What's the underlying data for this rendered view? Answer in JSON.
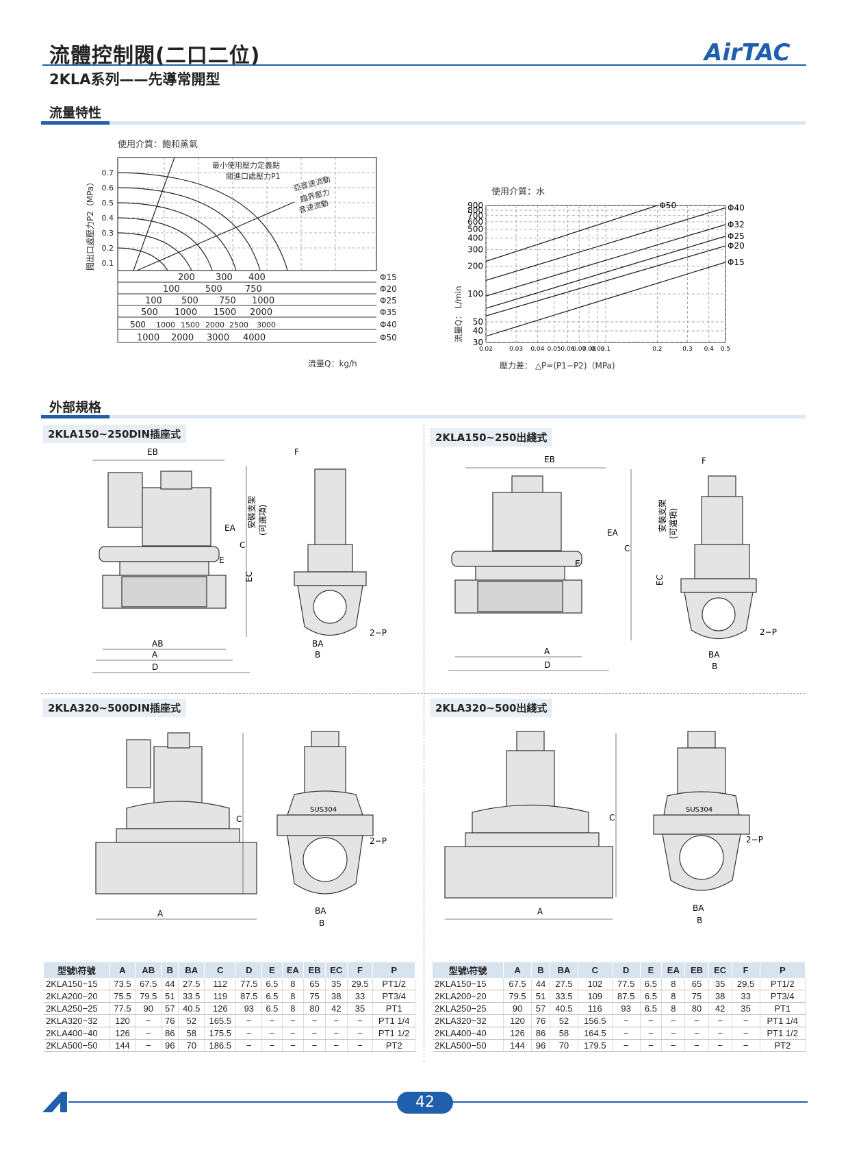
{
  "header": {
    "title": "流體控制閥(二口二位)",
    "subtitle": "2KLA系列——先導常開型",
    "brand": "AirTAC"
  },
  "sections": {
    "flow": "流量特性",
    "external": "外部規格"
  },
  "chart_left": {
    "medium": "使用介質：飽和蒸氣",
    "ylabel": "閥出口處壓力P2（MPa）",
    "xlabel": "流量Q：kg/h",
    "annotations": [
      "最小使用壓力定義點",
      "閥進口處壓力P1",
      "亞音速流動",
      "臨界壓力",
      "音速流動"
    ],
    "yticks": [
      "0.7",
      "0.6",
      "0.5",
      "0.4",
      "0.3",
      "0.2",
      "0.1"
    ],
    "scales": [
      {
        "size": "Φ15",
        "ticks": [
          "200",
          "300",
          "400"
        ]
      },
      {
        "size": "Φ20",
        "ticks": [
          "100",
          "500",
          "750"
        ]
      },
      {
        "size": "Φ25",
        "ticks": [
          "100",
          "500",
          "750",
          "1000"
        ]
      },
      {
        "size": "Φ35",
        "ticks": [
          "500",
          "1000",
          "1500",
          "2000"
        ]
      },
      {
        "size": "Φ40",
        "ticks": [
          "500",
          "1000",
          "1500",
          "2000",
          "2500",
          "3000"
        ]
      },
      {
        "size": "Φ50",
        "ticks": [
          "1000",
          "2000",
          "3000",
          "4000"
        ]
      }
    ]
  },
  "chart_data": {
    "type": "line",
    "title": "使用介質：水",
    "xlabel": "壓力差：  △P=(P1−P2)（MPa)",
    "ylabel": "流量Q：  L/min",
    "x_scale": "log",
    "y_scale": "log",
    "xlim": [
      0.02,
      0.5
    ],
    "ylim": [
      30,
      900
    ],
    "xticks": [
      "0.02",
      "0.03",
      "0.04",
      "0.05",
      "0.06",
      "0.07",
      "0.08",
      "0.09",
      "0.1",
      "0.2",
      "0.3",
      "0.4",
      "0.5"
    ],
    "yticks": [
      "900",
      "800",
      "700",
      "600",
      "500",
      "400",
      "300",
      "200",
      "100",
      "50",
      "40",
      "30"
    ],
    "series": [
      {
        "name": "Φ50",
        "points": [
          [
            0.02,
            225
          ],
          [
            0.2,
            900
          ]
        ]
      },
      {
        "name": "Φ40",
        "points": [
          [
            0.02,
            140
          ],
          [
            0.5,
            850
          ]
        ]
      },
      {
        "name": "Φ32",
        "points": [
          [
            0.02,
            95
          ],
          [
            0.5,
            560
          ]
        ]
      },
      {
        "name": "Φ25",
        "points": [
          [
            0.02,
            70
          ],
          [
            0.5,
            420
          ]
        ]
      },
      {
        "name": "Φ20",
        "points": [
          [
            0.02,
            58
          ],
          [
            0.5,
            330
          ]
        ]
      },
      {
        "name": "Φ15",
        "points": [
          [
            0.02,
            35
          ],
          [
            0.5,
            220
          ]
        ]
      }
    ]
  },
  "diagrams": {
    "d1_title": "2KLA150~250DIN插座式",
    "d2_title": "2KLA150~250出綫式",
    "d3_title": "2KLA320~500DIN插座式",
    "d4_title": "2KLA320~500出綫式",
    "labels": {
      "EB": "EB",
      "EA": "EA",
      "E": "E",
      "C": "C",
      "EC": "EC",
      "F": "F",
      "AB": "AB",
      "A": "A",
      "D": "D",
      "BA": "BA",
      "B": "B",
      "P": "2−P",
      "bracket": "安裝支架",
      "optional": "(可選項)",
      "sus": "SUS304"
    }
  },
  "table1": {
    "headers": [
      "型號\\符號",
      "A",
      "AB",
      "B",
      "BA",
      "C",
      "D",
      "E",
      "EA",
      "EB",
      "EC",
      "F",
      "P"
    ],
    "rows": [
      [
        "2KLA150−15",
        "73.5",
        "67.5",
        "44",
        "27.5",
        "112",
        "77.5",
        "6.5",
        "8",
        "65",
        "35",
        "29.5",
        "PT1/2"
      ],
      [
        "2KLA200−20",
        "75.5",
        "79.5",
        "51",
        "33.5",
        "119",
        "87.5",
        "6.5",
        "8",
        "75",
        "38",
        "33",
        "PT3/4"
      ],
      [
        "2KLA250−25",
        "77.5",
        "90",
        "57",
        "40.5",
        "126",
        "93",
        "6.5",
        "8",
        "80",
        "42",
        "35",
        "PT1"
      ],
      [
        "2KLA320−32",
        "120",
        "−",
        "76",
        "52",
        "165.5",
        "−",
        "−",
        "−",
        "−",
        "−",
        "−",
        "PT1 1/4"
      ],
      [
        "2KLA400−40",
        "126",
        "−",
        "86",
        "58",
        "175.5",
        "−",
        "−",
        "−",
        "−",
        "−",
        "−",
        "PT1 1/2"
      ],
      [
        "2KLA500−50",
        "144",
        "−",
        "96",
        "70",
        "186.5",
        "−",
        "−",
        "−",
        "−",
        "−",
        "−",
        "PT2"
      ]
    ]
  },
  "table2": {
    "headers": [
      "型號\\符號",
      "A",
      "B",
      "BA",
      "C",
      "D",
      "E",
      "EA",
      "EB",
      "EC",
      "F",
      "P"
    ],
    "rows": [
      [
        "2KLA150−15",
        "67.5",
        "44",
        "27.5",
        "102",
        "77.5",
        "6.5",
        "8",
        "65",
        "35",
        "29.5",
        "PT1/2"
      ],
      [
        "2KLA200−20",
        "79.5",
        "51",
        "33.5",
        "109",
        "87.5",
        "6.5",
        "8",
        "75",
        "38",
        "33",
        "PT3/4"
      ],
      [
        "2KLA250−25",
        "90",
        "57",
        "40.5",
        "116",
        "93",
        "6.5",
        "8",
        "80",
        "42",
        "35",
        "PT1"
      ],
      [
        "2KLA320−32",
        "120",
        "76",
        "52",
        "156.5",
        "−",
        "−",
        "−",
        "−",
        "−",
        "−",
        "PT1 1/4"
      ],
      [
        "2KLA400−40",
        "126",
        "86",
        "58",
        "164.5",
        "−",
        "−",
        "−",
        "−",
        "−",
        "−",
        "PT1 1/2"
      ],
      [
        "2KLA500−50",
        "144",
        "96",
        "70",
        "179.5",
        "−",
        "−",
        "−",
        "−",
        "−",
        "−",
        "PT2"
      ]
    ]
  },
  "footer": {
    "page_number": "42"
  },
  "colors": {
    "accent": "#1f5fae",
    "section_bar": "#dbe6f2",
    "table_header": "#d8e3f0",
    "valve_fill": "#e4e4e4"
  }
}
